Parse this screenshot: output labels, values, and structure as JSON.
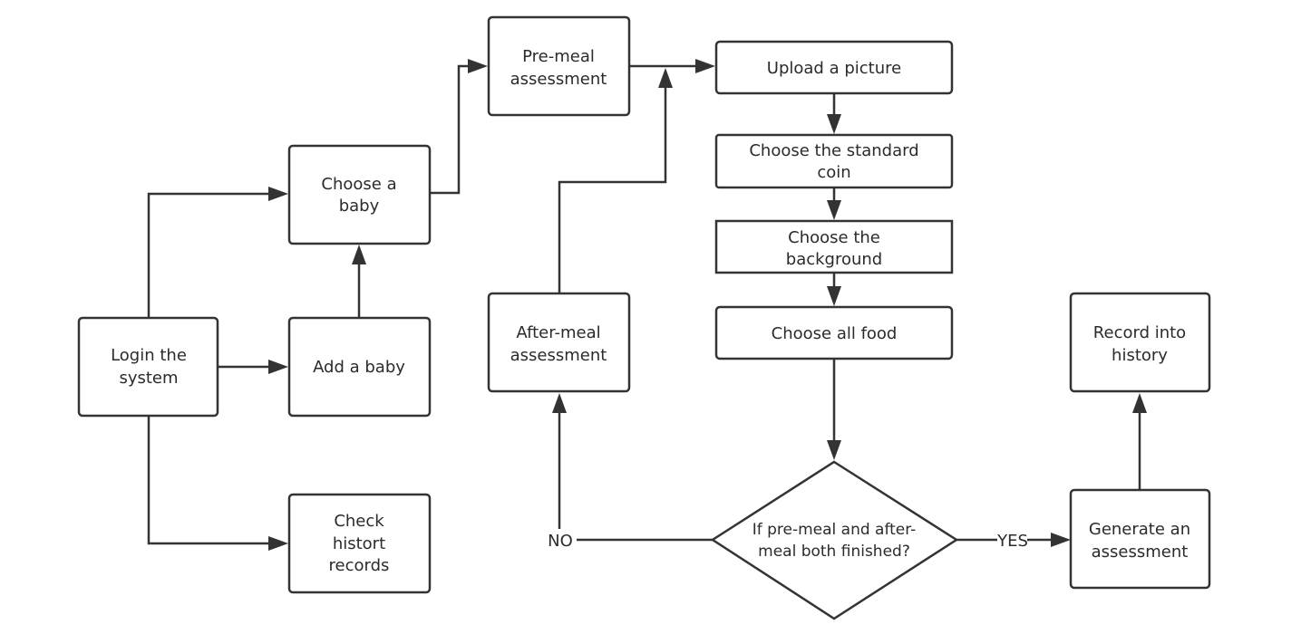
{
  "nodes": {
    "login": "Login the system",
    "choose_baby": "Choose a baby",
    "add_baby": "Add a baby",
    "check_records": "Check histort records",
    "pre_meal": "Pre-meal assessment",
    "after_meal": "After-meal assessment",
    "upload_picture": "Upload a picture",
    "choose_coin": "Choose the standard coin",
    "choose_background": "Choose the background",
    "choose_food": "Choose all food",
    "decision": "If pre-meal and after-meal both finished?",
    "generate_assessment": "Generate an assessment",
    "record_history": "Record into history"
  },
  "edge_labels": {
    "no": "NO",
    "yes": "YES"
  },
  "colors": {
    "stroke": "#333333",
    "fill": "#ffffff",
    "text": "#2b2b2b"
  }
}
